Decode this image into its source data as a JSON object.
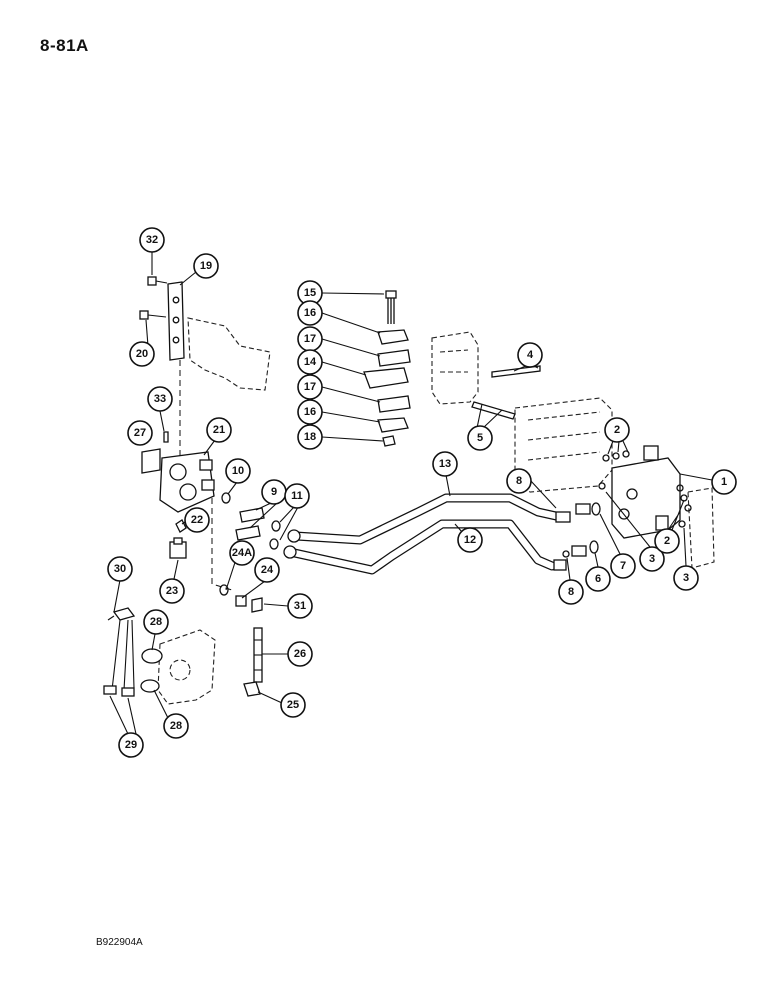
{
  "page": {
    "number": "8-81A",
    "figure_code": "B922904A"
  },
  "callouts": [
    {
      "id": "c32",
      "label": "32"
    },
    {
      "id": "c19",
      "label": "19"
    },
    {
      "id": "c20",
      "label": "20"
    },
    {
      "id": "c15",
      "label": "15"
    },
    {
      "id": "c16a",
      "label": "16"
    },
    {
      "id": "c17a",
      "label": "17"
    },
    {
      "id": "c14",
      "label": "14"
    },
    {
      "id": "c17b",
      "label": "17"
    },
    {
      "id": "c16b",
      "label": "16"
    },
    {
      "id": "c18",
      "label": "18"
    },
    {
      "id": "c4",
      "label": "4"
    },
    {
      "id": "c5",
      "label": "5"
    },
    {
      "id": "c33",
      "label": "33"
    },
    {
      "id": "c27",
      "label": "27"
    },
    {
      "id": "c21",
      "label": "21"
    },
    {
      "id": "c10",
      "label": "10"
    },
    {
      "id": "c9",
      "label": "9"
    },
    {
      "id": "c11",
      "label": "11"
    },
    {
      "id": "c13",
      "label": "13"
    },
    {
      "id": "c8a",
      "label": "8"
    },
    {
      "id": "c2a",
      "label": "2"
    },
    {
      "id": "c1",
      "label": "1"
    },
    {
      "id": "c22",
      "label": "22"
    },
    {
      "id": "c12",
      "label": "12"
    },
    {
      "id": "c7",
      "label": "7"
    },
    {
      "id": "c3a",
      "label": "3"
    },
    {
      "id": "c2b",
      "label": "2"
    },
    {
      "id": "c24a",
      "label": "24A"
    },
    {
      "id": "c6",
      "label": "6"
    },
    {
      "id": "c23",
      "label": "23"
    },
    {
      "id": "c8b",
      "label": "8"
    },
    {
      "id": "c3b",
      "label": "3"
    },
    {
      "id": "c30",
      "label": "30"
    },
    {
      "id": "c24",
      "label": "24"
    },
    {
      "id": "c31",
      "label": "31"
    },
    {
      "id": "c28a",
      "label": "28"
    },
    {
      "id": "c26",
      "label": "26"
    },
    {
      "id": "c28b",
      "label": "28"
    },
    {
      "id": "c25",
      "label": "25"
    },
    {
      "id": "c29",
      "label": "29"
    }
  ]
}
